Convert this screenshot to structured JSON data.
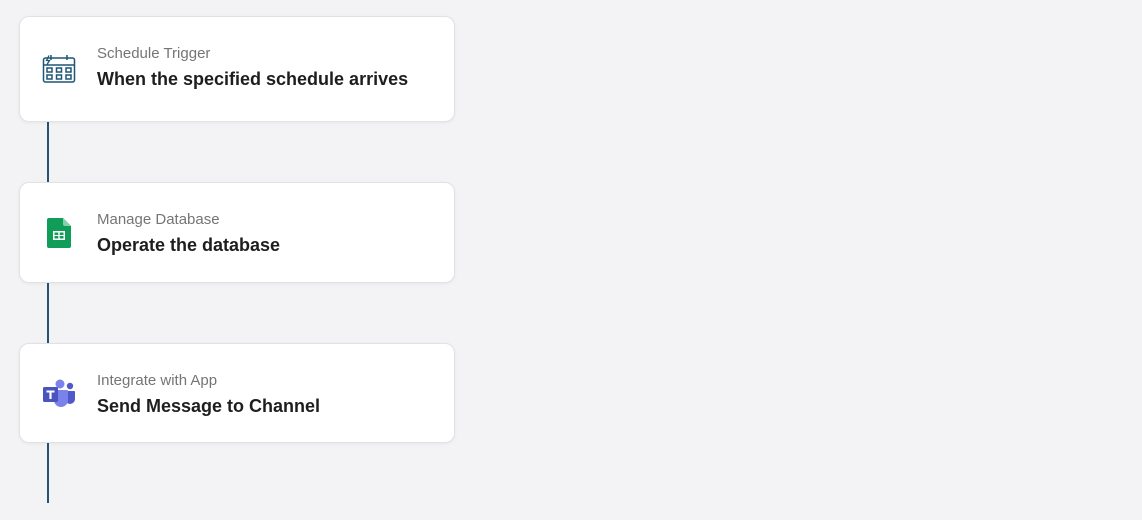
{
  "workflow": {
    "steps": [
      {
        "icon": "schedule-calendar-icon",
        "subtitle": "Schedule Trigger",
        "title": "When the specified schedule arrives"
      },
      {
        "icon": "google-sheets-icon",
        "subtitle": "Manage Database",
        "title": "Operate the database"
      },
      {
        "icon": "microsoft-teams-icon",
        "subtitle": "Integrate with App",
        "title": "Send Message to Channel"
      }
    ]
  },
  "colors": {
    "canvas_background": "#f3f2f4",
    "connector": "#1f5676",
    "card_background": "#ffffff",
    "schedule_icon": "#1f5676",
    "sheets_green": "#0f9d58",
    "teams_purple": "#5059c9"
  }
}
